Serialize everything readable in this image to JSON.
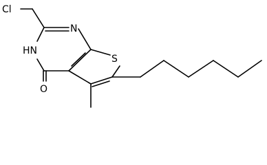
{
  "molecule": {
    "atom_labels": {
      "chlorine": "Cl",
      "imine_nitrogen": "N",
      "amide_nh": "HN",
      "sulfur": "S",
      "carbonyl_oxygen": "O"
    },
    "colors": {
      "bond": "#000000",
      "label": "#000000",
      "background": "#ffffff"
    }
  }
}
